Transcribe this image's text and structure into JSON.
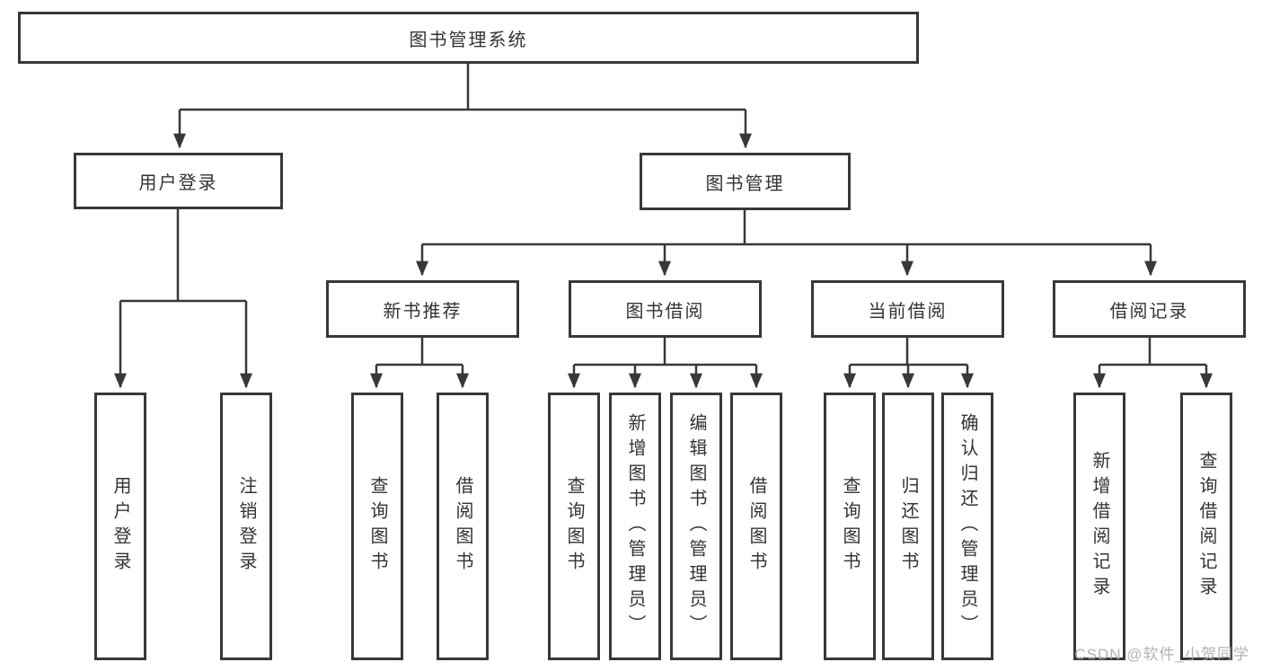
{
  "tree": {
    "label": "图书管理系统",
    "children": [
      {
        "label": "用户登录",
        "children": [
          {
            "label": "用户登录"
          },
          {
            "label": "注销登录"
          }
        ]
      },
      {
        "label": "图书管理",
        "children": [
          {
            "label": "新书推荐",
            "children": [
              {
                "label": "查询图书"
              },
              {
                "label": "借阅图书"
              }
            ]
          },
          {
            "label": "图书借阅",
            "children": [
              {
                "label": "查询图书"
              },
              {
                "label": "新增图书（管理员）"
              },
              {
                "label": "编辑图书（管理员）"
              },
              {
                "label": "借阅图书"
              }
            ]
          },
          {
            "label": "当前借阅",
            "children": [
              {
                "label": "查询图书"
              },
              {
                "label": "归还图书"
              },
              {
                "label": "确认归还（管理员）"
              }
            ]
          },
          {
            "label": "借阅记录",
            "children": [
              {
                "label": "新增借阅记录"
              },
              {
                "label": "查询借阅记录"
              }
            ]
          }
        ]
      }
    ]
  },
  "watermark": {
    "text": "CSDN @软件_小贺同学"
  },
  "colors": {
    "line": "#383838",
    "box_border": "#383838",
    "text": "#333333",
    "background": "#ffffff",
    "watermark": "#ababab"
  }
}
